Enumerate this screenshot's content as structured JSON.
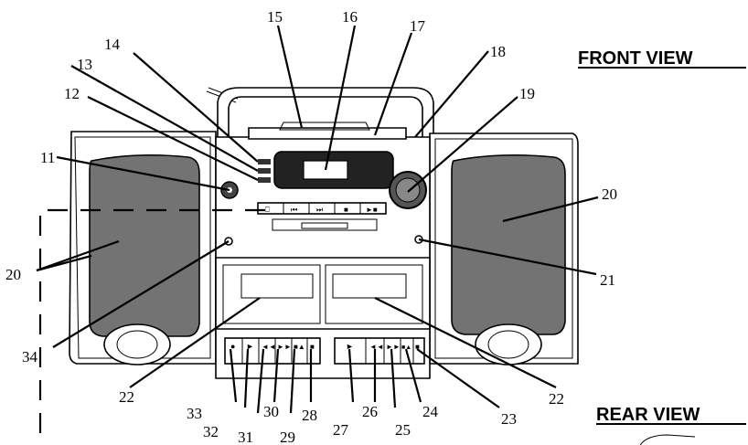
{
  "headings": {
    "front_view": "FRONT VIEW",
    "rear_view": "REAR VIEW"
  },
  "callouts": [
    "11",
    "12",
    "13",
    "14",
    "15",
    "16",
    "17",
    "18",
    "19",
    "20",
    "20",
    "21",
    "22",
    "22",
    "23",
    "24",
    "25",
    "26",
    "27",
    "28",
    "29",
    "30",
    "31",
    "32",
    "33",
    "34"
  ]
}
